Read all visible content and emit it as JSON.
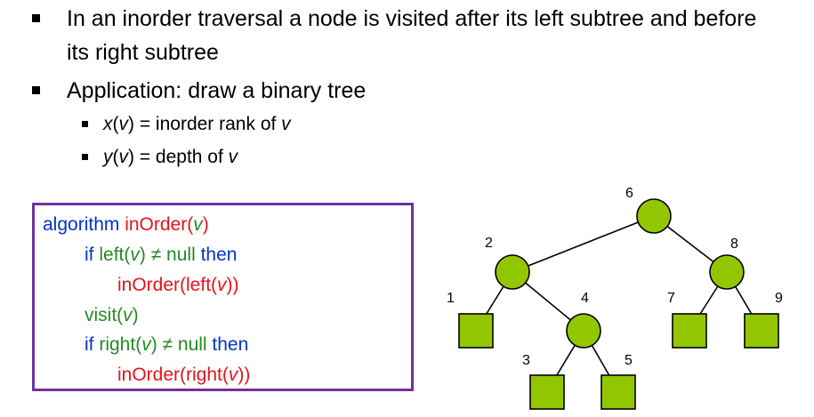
{
  "bullets": {
    "main1": "In an inorder traversal a node is visited after its left subtree and before its right subtree",
    "main2": "Application: draw a binary tree",
    "sub1": {
      "x": "x",
      "open": "(",
      "v1": "v",
      "rest": ") = inorder rank of ",
      "v2": "v"
    },
    "sub2": {
      "y": "y",
      "open": "(",
      "v1": "v",
      "rest": ") = depth of ",
      "v2": "v"
    }
  },
  "algorithm": {
    "line1": {
      "kw": "algorithm ",
      "fn": "inOrder(",
      "v": "v",
      "close": ")"
    },
    "line2": {
      "kw_if": "if ",
      "left": "left(",
      "v": "v",
      "rest": ") ≠ null ",
      "kw_then": "then"
    },
    "line3": {
      "fn": "inOrder(left(",
      "v": "v",
      "close": "))"
    },
    "line4": {
      "visit": "visit(",
      "v": "v",
      "close": ")"
    },
    "line5": {
      "kw_if": "if ",
      "right": "right(",
      "v": "v",
      "rest": ") ≠ null ",
      "kw_then": "then"
    },
    "line6": {
      "fn": "inOrder(right(",
      "v": "v",
      "close": "))"
    }
  },
  "tree": {
    "node_fill": "#92c700",
    "edge_color": "#000000",
    "labels": [
      "6",
      "2",
      "8",
      "1",
      "4",
      "7",
      "9",
      "3",
      "5"
    ]
  },
  "colors": {
    "border": "#7030a0",
    "keyword": "#0033cc",
    "call": "#e4141b",
    "variable": "#248a24"
  }
}
